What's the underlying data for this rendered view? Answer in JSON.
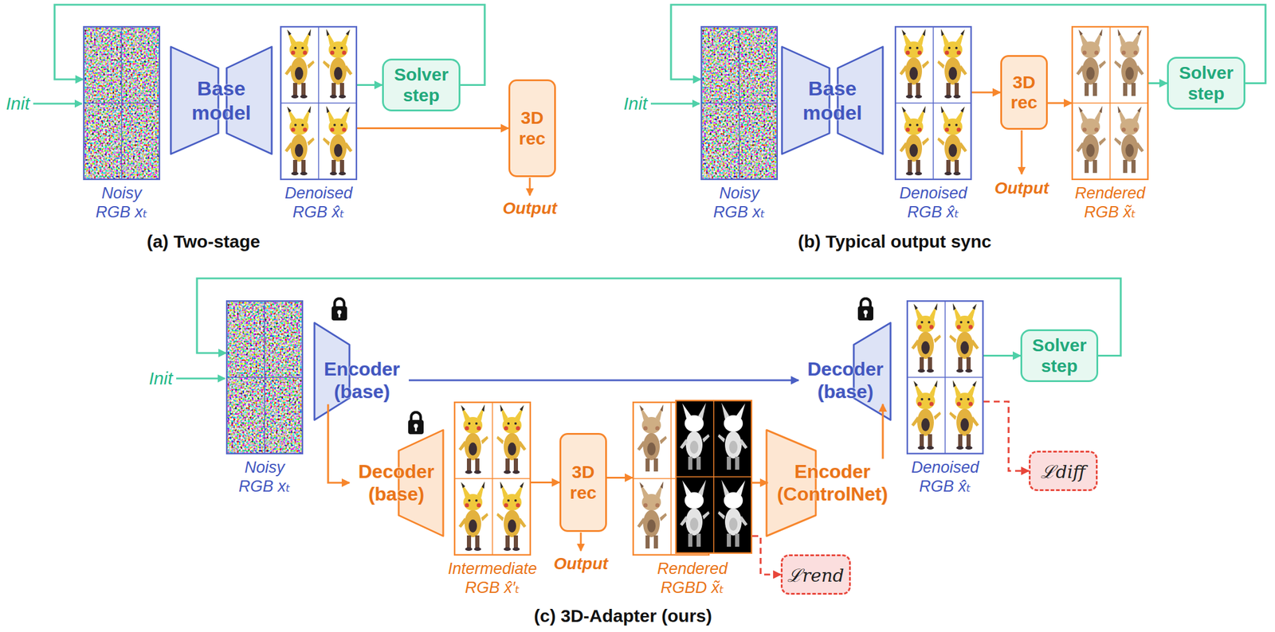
{
  "diagram": {
    "nodes": [
      {
        "text": [
          "Noisy RGB xₜ"
        ]
      },
      {
        "text": [
          "Base model"
        ]
      },
      {
        "text": [
          "Denoised RGB x̂ₜ"
        ]
      },
      {
        "text": [
          "Solver step"
        ]
      },
      {
        "text": [
          "3D rec"
        ]
      },
      {
        "text": [
          "Noisy RGB xₜ"
        ]
      },
      {
        "text": [
          "Base model"
        ]
      },
      {
        "text": [
          "Denoised RGB x̂ₜ"
        ]
      },
      {
        "text": [
          "3D rec"
        ]
      },
      {
        "text": [
          "Rendered RGB x̃ₜ"
        ]
      },
      {
        "text": [
          "Solver step"
        ]
      },
      {
        "text": [
          "Noisy RGB xₜ"
        ]
      },
      {
        "text": [
          "Encoder (base)"
        ]
      },
      {
        "text": [
          "Decoder (base)"
        ]
      },
      {
        "text": [
          "Denoised RGB x̂ₜ"
        ]
      },
      {
        "text": [
          "Solver step"
        ]
      },
      {
        "text": [
          "Decoder (base)"
        ]
      },
      {
        "text": [
          "Intermediate RGB x̂′ₜ"
        ]
      },
      {
        "text": [
          "3D rec"
        ]
      },
      {
        "text": [
          "Rendered RGBD x̃ₜ"
        ]
      },
      {
        "text": [
          "Encoder (ControlNet)"
        ]
      },
      {
        "text": [
          "ℒdiff"
        ]
      },
      {
        "text": [
          "ℒrend"
        ]
      }
    ],
    "edges": [
      {
        "from": 2,
        "to": 3,
        "arrow": "to"
      },
      {
        "from": 3,
        "to": 0,
        "arrow": "to"
      },
      {
        "from": 2,
        "to": 4,
        "arrow": "to"
      },
      {
        "from": 7,
        "to": 8,
        "arrow": "to"
      },
      {
        "from": 8,
        "to": 9,
        "arrow": "to"
      },
      {
        "from": 9,
        "to": 10,
        "arrow": "to"
      },
      {
        "from": 10,
        "to": 5,
        "arrow": "to"
      },
      {
        "from": 12,
        "to": 13,
        "arrow": "to"
      },
      {
        "from": 12,
        "to": 16,
        "arrow": "to"
      },
      {
        "from": 14,
        "to": 15,
        "arrow": "to"
      },
      {
        "from": 15,
        "to": 11,
        "arrow": "to"
      },
      {
        "from": 17,
        "to": 18,
        "arrow": "to"
      },
      {
        "from": 18,
        "to": 19,
        "arrow": "to"
      },
      {
        "from": 19,
        "to": 20,
        "arrow": "to"
      },
      {
        "from": 20,
        "to": 13,
        "arrow": "to"
      },
      {
        "from": 14,
        "to": 21,
        "arrow": "to"
      },
      {
        "from": 19,
        "to": 22,
        "arrow": "to"
      }
    ],
    "labels": [
      "Init",
      "Output",
      "(a) Two-stage",
      "Init",
      "Output",
      "(b) Typical output sync",
      "Init",
      "Output",
      "(c) 3D-Adapter (ours)"
    ]
  }
}
